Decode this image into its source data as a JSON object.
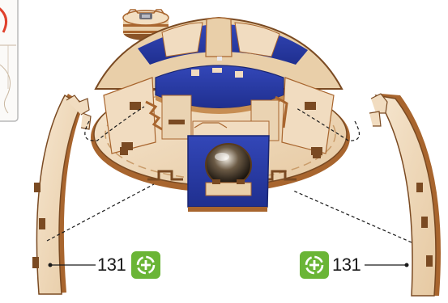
{
  "callouts": [
    {
      "part_number": "131",
      "badge_icon": "add-plus-icon",
      "side": "left"
    },
    {
      "part_number": "131",
      "badge_icon": "add-plus-icon",
      "side": "right"
    }
  ],
  "colors": {
    "wood_light": "#f1dcc0",
    "wood_edge": "#a8652e",
    "wood_dark": "#7a4a22",
    "panel_blue": "#2b3ea8",
    "badge_green": "#6ab536",
    "inset_border": "#b9b9b9",
    "inset_red": "#e0412c"
  }
}
